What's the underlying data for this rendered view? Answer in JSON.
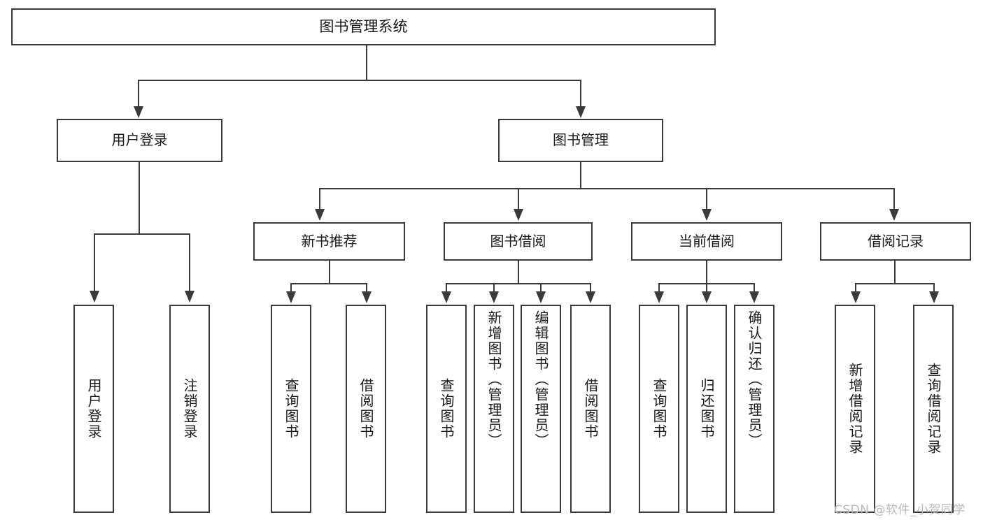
{
  "diagram": {
    "type": "tree",
    "title": "图书管理系统",
    "root": {
      "label": "图书管理系统"
    },
    "level1": [
      {
        "label": "用户登录"
      },
      {
        "label": "图书管理"
      }
    ],
    "level2": [
      {
        "label": "新书推荐"
      },
      {
        "label": "图书借阅"
      },
      {
        "label": "当前借阅"
      },
      {
        "label": "借阅记录"
      }
    ],
    "leaves": {
      "user_login": [
        {
          "label": "用户登录"
        },
        {
          "label": "注销登录"
        }
      ],
      "new_book_recommend": [
        {
          "label": "查询图书"
        },
        {
          "label": "借阅图书"
        }
      ],
      "book_borrow": [
        {
          "label": "查询图书"
        },
        {
          "label": "新增图书（管理员）"
        },
        {
          "label": "编辑图书（管理员）"
        },
        {
          "label": "借阅图书"
        }
      ],
      "current_borrow": [
        {
          "label": "查询图书"
        },
        {
          "label": "归还图书"
        },
        {
          "label": "确认归还（管理员）"
        }
      ],
      "borrow_record": [
        {
          "label": "新增借阅记录"
        },
        {
          "label": "查询借阅记录"
        }
      ]
    }
  },
  "watermark": {
    "text": "CSDN @软件_小贺同学"
  },
  "colors": {
    "background": "#ffffff",
    "box_border": "#3a3a3a",
    "connector": "#3a3a3a",
    "text": "#1a1a1a",
    "watermark": "#b9b9b9"
  }
}
